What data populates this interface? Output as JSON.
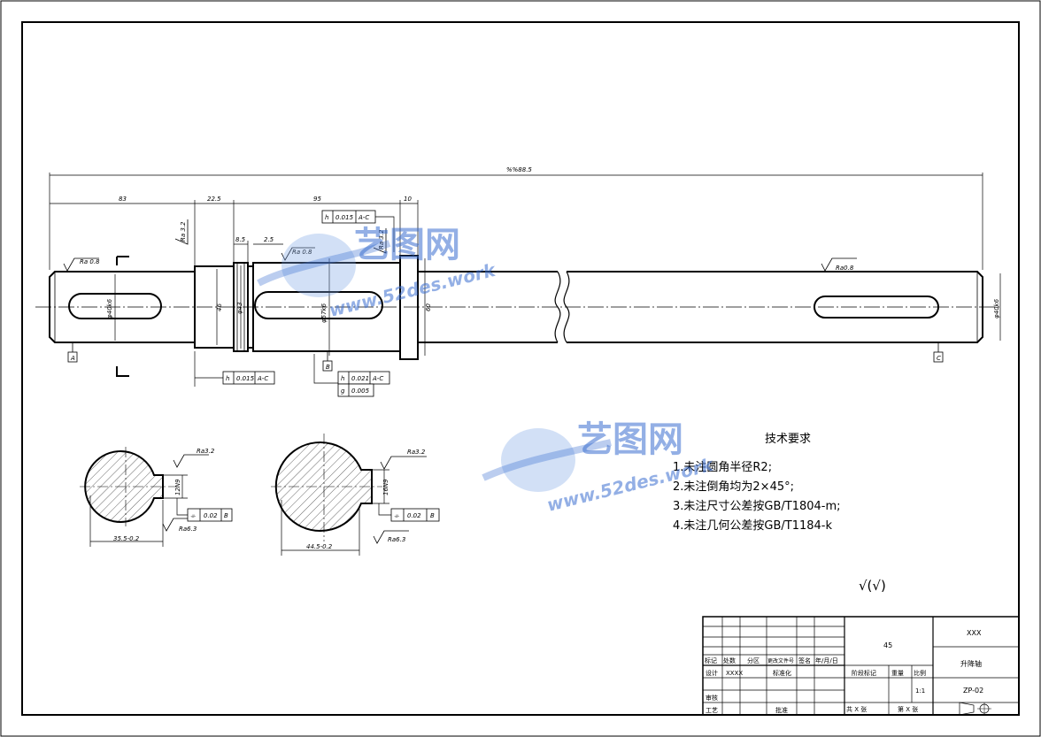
{
  "dimensions": {
    "overall": "%%88.5",
    "seg1": "83",
    "seg2": "22.5",
    "seg3": "95",
    "seg4": "10",
    "groove_width": "8.5",
    "groove_depth": "2.5",
    "d_left": "φ40k6",
    "d_collar": "46",
    "d_groove": "φ43",
    "d_gear": "φ57k6",
    "d_shoulder": "60",
    "d_right": "φ40k6"
  },
  "roughness": {
    "left": "Ra 0.8",
    "mid_top": "Ra 3.2",
    "gear": "Ra 0.8",
    "shoulder": "Ra 3.2",
    "right": "Ra0.8",
    "sec1_top": "Ra3.2",
    "sec1_bottom": "Ra6.3",
    "sec2_top": "Ra3.2",
    "sec2_bottom": "Ra6.3"
  },
  "tolerances": {
    "top_frame": [
      "h",
      "0.015",
      "A-C"
    ],
    "bottom_left_frame": [
      "h",
      "0.015",
      "A-C"
    ],
    "bottom_mid_frame1": [
      "h",
      "0.021",
      "A-C"
    ],
    "bottom_mid_frame2": [
      "g",
      "0.005"
    ],
    "sec1_frame": [
      "⌯",
      "0.02",
      "B"
    ],
    "sec2_frame": [
      "⌯",
      "0.02",
      "B"
    ]
  },
  "datums": {
    "a": "A",
    "b": "B",
    "c": "C"
  },
  "sections": {
    "sec1_width": "35.5-0.2",
    "sec1_key": "12N9",
    "sec2_width": "44.5-0.2",
    "sec2_key": "16N9"
  },
  "requirements": {
    "title": "技术要求",
    "items": [
      "1.未注圆角半径R2;",
      "2.未注倒角均为2×45°;",
      "3.未注尺寸公差按GB/T1804-m;",
      "4.未注几何公差按GB/T1184-k"
    ]
  },
  "roughness_note": "√(√)",
  "title_block": {
    "material": "45",
    "company": "XXX",
    "part_name": "升降轴",
    "drawing_no": "ZP-02",
    "scale": "1:1",
    "h_mark": "标记",
    "h_count": "处数",
    "h_zone": "分区",
    "h_docno": "更改文件号",
    "h_sign": "签名",
    "h_date": "年/月/日",
    "design": "设计",
    "designer": "XXXX",
    "standardize": "标准化",
    "check": "审核",
    "process": "工艺",
    "approve": "批准",
    "stage": "阶段标记",
    "weight": "重量",
    "ratio": "比例",
    "sheets_total": "共 X 张",
    "sheet_no": "第 X 张"
  },
  "watermark": {
    "brand": "艺图网",
    "url": "www.52des.work"
  }
}
